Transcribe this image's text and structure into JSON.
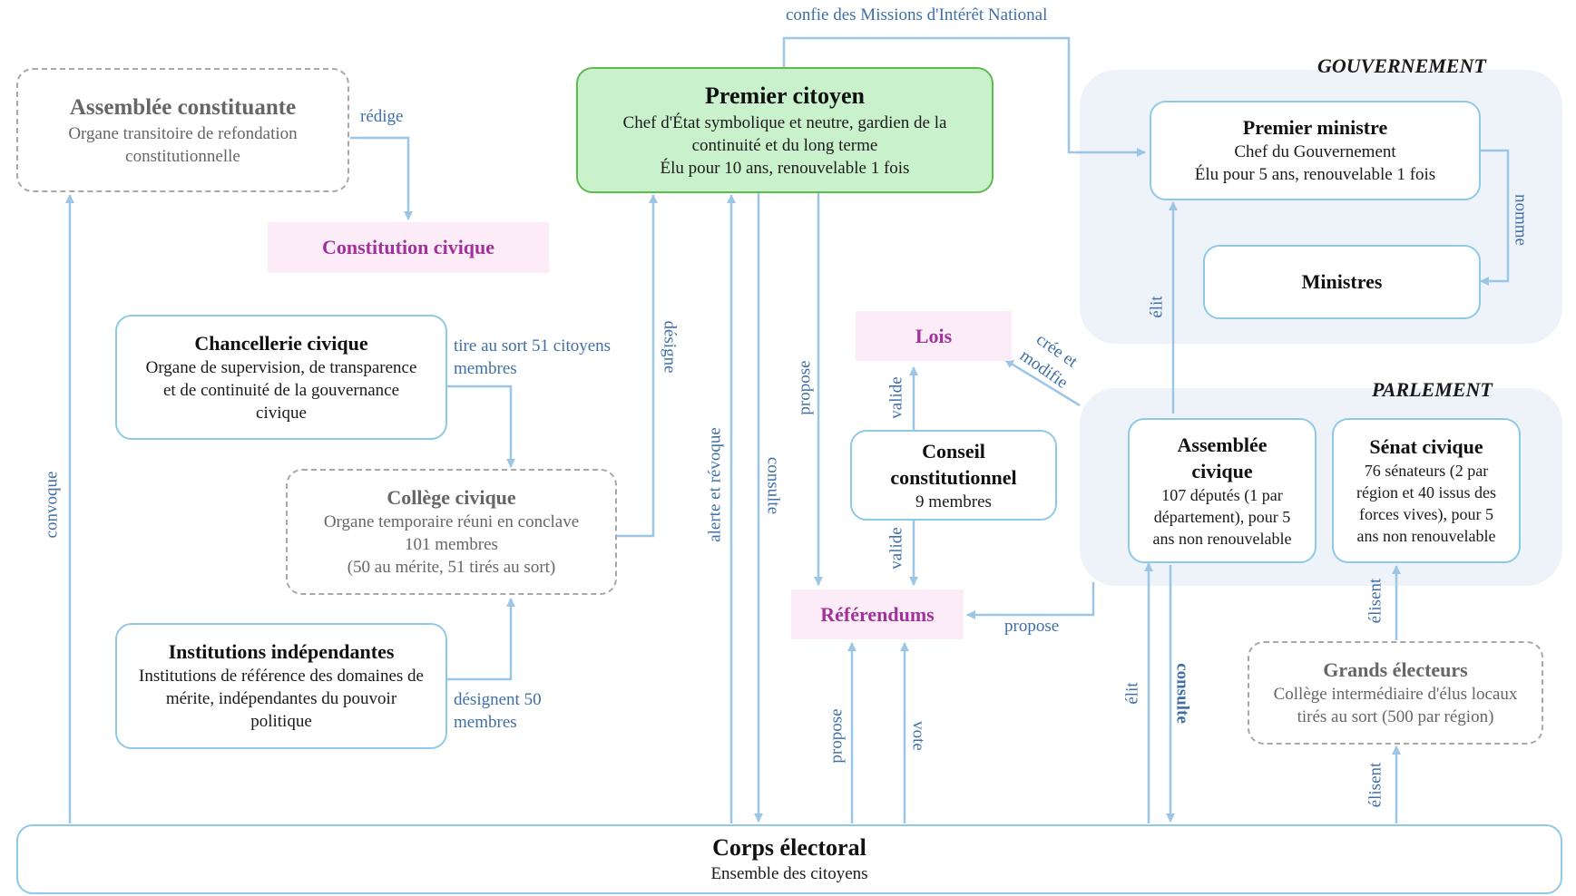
{
  "zones": {
    "gouvernement": "GOUVERNEMENT",
    "parlement": "PARLEMENT"
  },
  "nodes": {
    "assemblee_constituante": {
      "title": "Assemblée constituante",
      "subtitle": [
        "Organe transitoire de refondation",
        "constitutionnelle"
      ]
    },
    "constitution_civique": "Constitution civique",
    "premier_citoyen": {
      "title": "Premier citoyen",
      "subtitle": [
        "Chef d'État symbolique et neutre, gardien de la",
        "continuité et du long terme",
        "Élu pour 10 ans, renouvelable 1 fois"
      ]
    },
    "premier_ministre": {
      "title": "Premier ministre",
      "subtitle": [
        "Chef du Gouvernement",
        "Élu pour 5 ans, renouvelable 1 fois"
      ]
    },
    "ministres": "Ministres",
    "chancellerie_civique": {
      "title": "Chancellerie civique",
      "subtitle": [
        "Organe de supervision, de transparence",
        "et de continuité de la gouvernance",
        "civique"
      ]
    },
    "college_civique": {
      "title": "Collège civique",
      "subtitle": [
        "Organe temporaire réuni en conclave",
        "101 membres",
        "(50 au mérite, 51 tirés au sort)"
      ]
    },
    "institutions_independantes": {
      "title": "Institutions indépendantes",
      "subtitle": [
        "Institutions de référence des domaines de",
        "mérite, indépendantes du pouvoir",
        "politique"
      ]
    },
    "lois": "Lois",
    "conseil_constitutionnel": {
      "title": [
        "Conseil",
        "constitutionnel"
      ],
      "subtitle": [
        "9 membres"
      ]
    },
    "referendums": "Référendums",
    "assemblee_civique": {
      "title": [
        "Assemblée",
        "civique"
      ],
      "subtitle": [
        "107 députés (1 par",
        "département), pour 5",
        "ans non renouvelable"
      ]
    },
    "senat_civique": {
      "title": "Sénat civique",
      "subtitle": [
        "76 sénateurs (2 par",
        "région et 40 issus des",
        "forces vives), pour 5",
        "ans non renouvelable"
      ]
    },
    "grands_electeurs": {
      "title": "Grands électeurs",
      "subtitle": [
        "Collège intermédiaire d'élus locaux",
        "tirés au sort (500 par région)"
      ]
    },
    "corps_electoral": {
      "title": "Corps électoral",
      "subtitle": [
        "Ensemble des citoyens"
      ]
    }
  },
  "edges": {
    "confie": "confie des Missions d'Intérêt National",
    "redige": "rédige",
    "nomme": "nomme",
    "tire_au_sort": [
      "tire au sort 51 citoyens",
      "membres"
    ],
    "designe": "désigne",
    "designent": [
      "désignent 50",
      "membres"
    ],
    "convoque": "convoque",
    "alerte": "alerte et révoque",
    "consulte_pc": "consulte",
    "propose_pc": "propose",
    "valide_lois": "valide",
    "valide_ref": "valide",
    "cree_modifie": [
      "crée et",
      "modifie"
    ],
    "elit_pm": "élit",
    "propose_parl": "propose",
    "propose_corps": "propose",
    "vote": "vote",
    "elit_ac": "élit",
    "consulte_ac": "consulte",
    "elisent_senat": "élisent",
    "elisent_ge": "élisent"
  },
  "colors": {
    "arrow": "#9cc6e6",
    "label": "#3f6fa6",
    "pink_text": "#a0339a",
    "green_fill": "#c9f2cc"
  }
}
